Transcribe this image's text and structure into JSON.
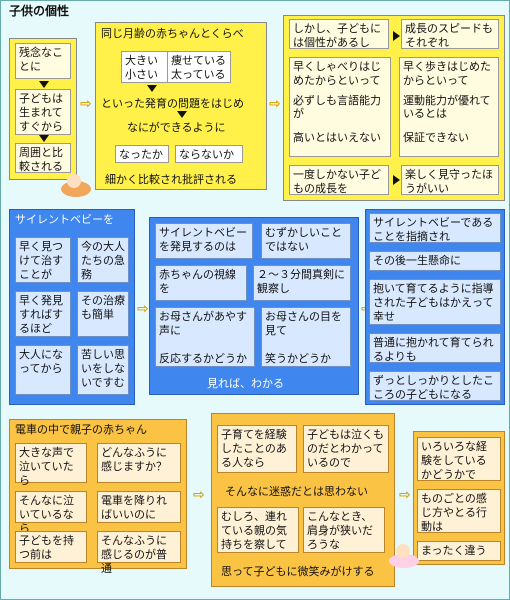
{
  "title": "子供の個性",
  "s1": {
    "left": [
      "残念なことに",
      "子どもは生まれてすぐから",
      "周囲と比較される"
    ],
    "head": "同じ月齢の赤ちゃんとくらべ",
    "pair1": [
      "大きい",
      "小さい"
    ],
    "pair2": [
      "痩せている",
      "太っている"
    ],
    "mid1": "といった発育の問題をはじめ",
    "mid2": "なにができるように",
    "opt1": "なったか",
    "opt2": "ならないか",
    "bottom": "細かく比較され批評される",
    "r_top1": "しかし、子どもには個性があるし",
    "r_top2": "成長のスピードもそれぞれ",
    "r_c1a": "早くしゃべりはじめたからといって",
    "r_c1b": "必ずしも言語能力が",
    "r_c1c": "高いとはいえない",
    "r_c2a": "早く歩きはじめたからといって",
    "r_c2b": "運動能力が優れているとは",
    "r_c2c": "保証できない",
    "r_bot1": "一度しかない子どもの成長を",
    "r_bot2": "楽しく見守ったほうがいい"
  },
  "s2": {
    "head": "サイレントベビーを",
    "a1": "早く見つけて治すことが",
    "a2": "今の大人たちの急務",
    "b1": "早く発見すればするほど",
    "b2": "その治療も簡単",
    "c1": "大人になってから",
    "c2": "苦しい思いをしないですむ",
    "m1": "サイレントベビーを発見するのは",
    "m2": "むずかしいことではない",
    "m3": "赤ちゃんの視線を",
    "m4": "２〜３分間真剣に観察し",
    "m5": "お母さんがあやす声に",
    "m6": "反応するかどうか",
    "m7": "お母さんの目を見て",
    "m8": "笑うかどうか",
    "m9": "見れば、わかる",
    "r1": "サイレントベビーであることを指摘され",
    "r2": "その後一生懸命に",
    "r3": "抱いて育てるように指導された子どもはかえって幸せ",
    "r4": "普通に抱かれて育てられるよりも",
    "r5": "ずっとしっかりとしたこころの子どもになる"
  },
  "s3": {
    "head": "電車の中で親子の赤ちゃん",
    "a1": "大きな声で泣いていたら",
    "a2": "どんなふうに感じますか？",
    "b1": "そんなに泣いているなら",
    "b2": "電車を降りればいいのに",
    "c1": "子どもを持つ前は",
    "c2": "そんなふうに感じるのが普通",
    "m1": "子育てを経験したことのある人なら",
    "m2": "子どもは泣くものだとわかっているので",
    "m3": "そんなに迷惑だとは思わない",
    "m4": "むしろ、連れている親の気持ちを察して",
    "m5": "こんなとき、肩身が狭いだろうな",
    "m6": "思って子どもに微笑みがけする",
    "r1": "いろいろな経験をしているかどうかで",
    "r2": "ものごとの感じ方やとる行動は",
    "r3": "まったく違う"
  }
}
